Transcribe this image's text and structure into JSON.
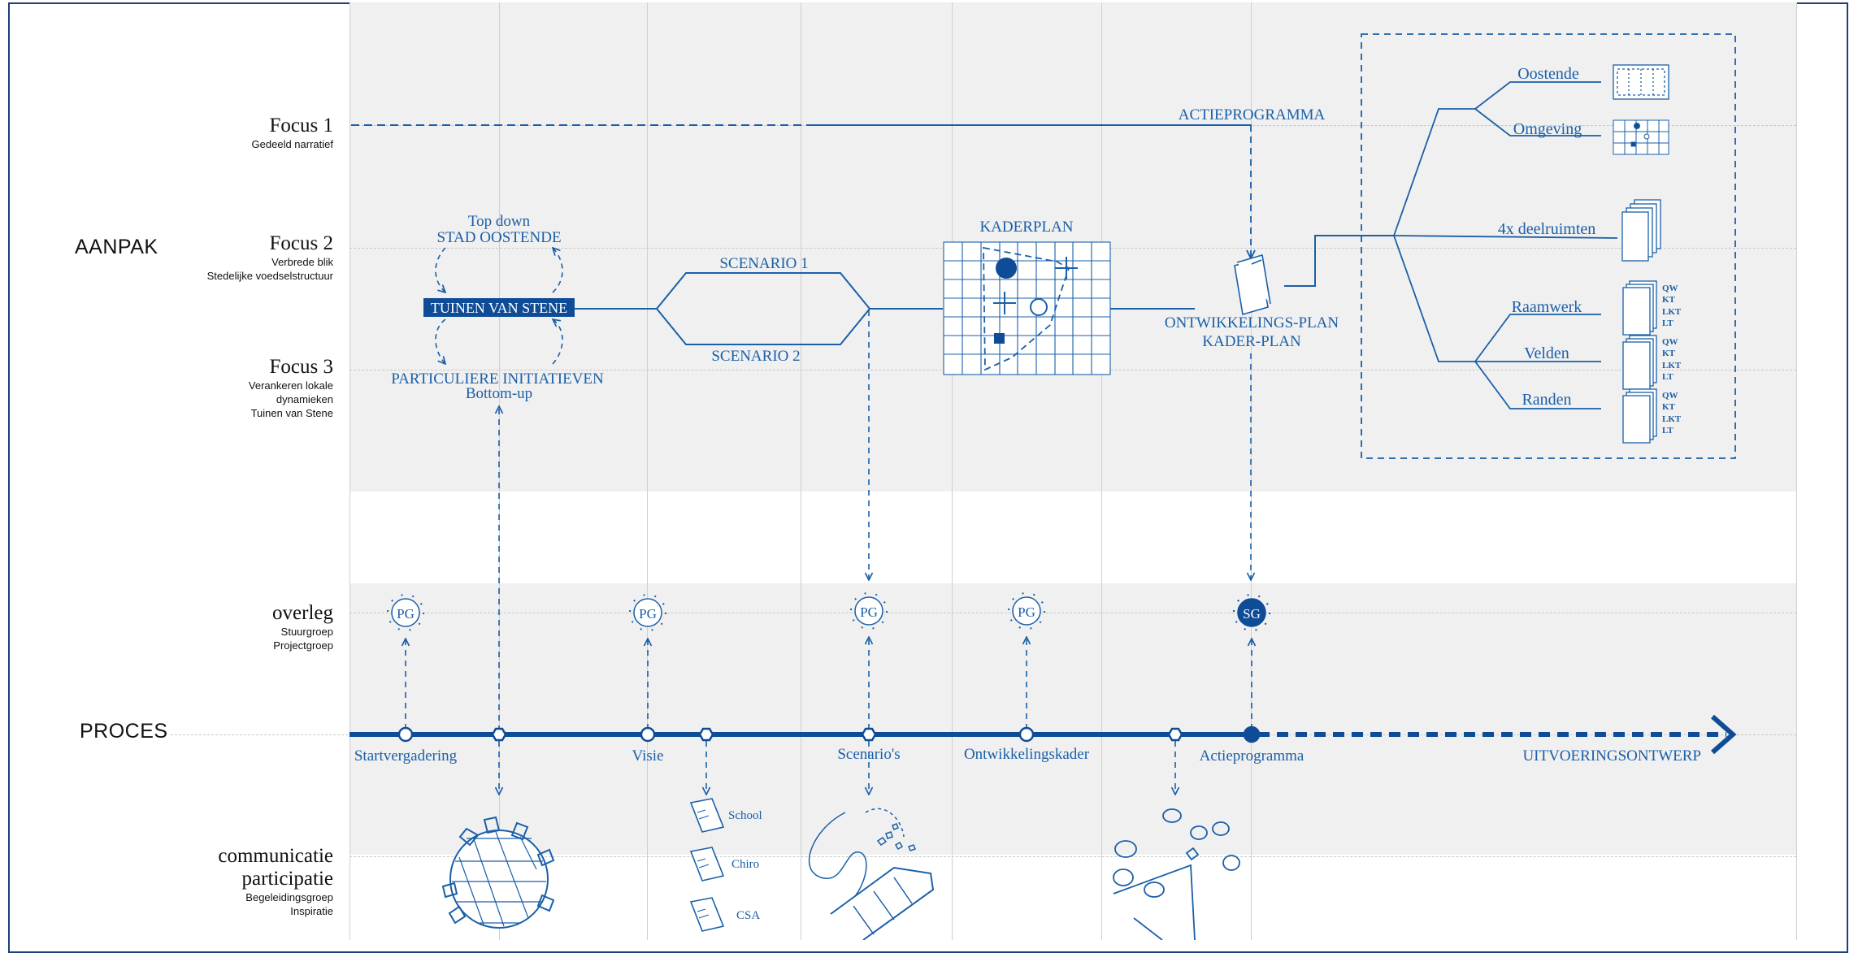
{
  "rows": {
    "aanpak": "AANPAK",
    "proces": "PROCES",
    "focus1": {
      "title": "Focus 1",
      "sub": [
        "Gedeeld narratief"
      ]
    },
    "focus2": {
      "title": "Focus 2",
      "sub": [
        "Verbrede blik",
        "Stedelijke voedselstructuur"
      ]
    },
    "focus3": {
      "title": "Focus 3",
      "sub": [
        "Verankeren lokale",
        "dynamieken",
        "Tuinen van Stene"
      ]
    },
    "overleg": {
      "title": "overleg",
      "sub": [
        "Stuurgroep",
        "Projectgroep"
      ]
    },
    "communicatie": {
      "title": [
        "communicatie",
        "participatie"
      ],
      "sub": [
        "Begeleidingsgroep",
        "Inspiratie"
      ]
    }
  },
  "approach": {
    "top_down": [
      "Top down",
      "STAD OOSTENDE"
    ],
    "center_box": "TUINEN VAN STENE",
    "bottom_up": [
      "PARTICULIERE INITIATIEVEN",
      "Bottom-up"
    ],
    "scenario1": "SCENARIO 1",
    "scenario2": "SCENARIO 2",
    "kaderplan": "KADERPLAN",
    "actieprogramma": "ACTIEPROGRAMMA",
    "ontwikkelingsplan": [
      "ONTWIKKELINGS-PLAN",
      "KADER-PLAN"
    ]
  },
  "tree": {
    "oostende": "Oostende",
    "omgeving": "Omgeving",
    "deelruimten": "4x deelruimten",
    "raamwerk": "Raamwerk",
    "velden": "Velden",
    "randen": "Randen",
    "stack_tags": [
      "QW",
      "KT",
      "LKT",
      "LT"
    ]
  },
  "overleg_nodes": [
    "PG",
    "PG",
    "PG",
    "PG",
    "SG"
  ],
  "milestones": {
    "startvergadering": "Startvergadering",
    "visie": "Visie",
    "scenarios": "Scenario's",
    "ontwikkelingskader": "Ontwikkelingskader",
    "actieprogramma": "Actieprogramma",
    "uitvoeringsontwerp": "UITVOERINGSONTWERP"
  },
  "participation": [
    "School",
    "Chiro",
    "CSA"
  ],
  "colors": {
    "primary": "#0f4c97",
    "light": "#1a5fa8",
    "band": "#f0f0f0",
    "grid": "#cfcfcf"
  }
}
